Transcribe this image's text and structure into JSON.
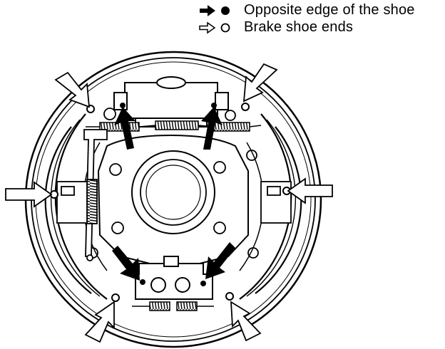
{
  "legend": {
    "items": [
      {
        "marker": "solid-arrow-and-filled-dot",
        "label": "Opposite edge of the shoe"
      },
      {
        "marker": "outline-arrow-and-open-circle",
        "label": "Brake shoe ends"
      }
    ]
  },
  "colors": {
    "ink": "#000000",
    "paper": "#ffffff"
  }
}
